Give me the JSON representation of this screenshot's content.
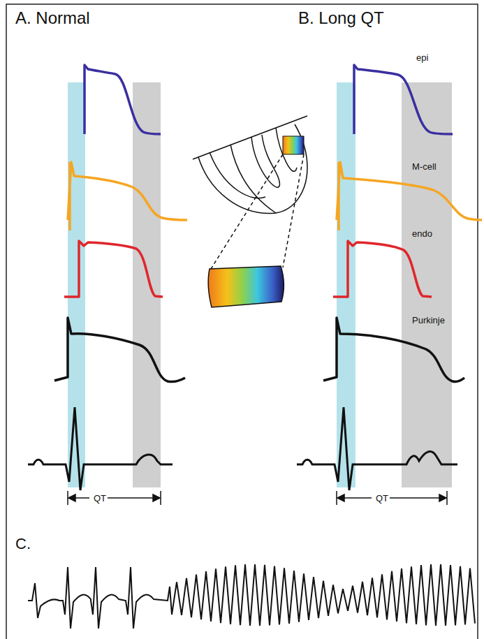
{
  "diagram": {
    "labels": [
      "A. Normal",
      "B. Long QT",
      "epi",
      "M-cell",
      "endo",
      "Purkinje",
      "QT",
      "QT",
      "C."
    ]
  }
}
